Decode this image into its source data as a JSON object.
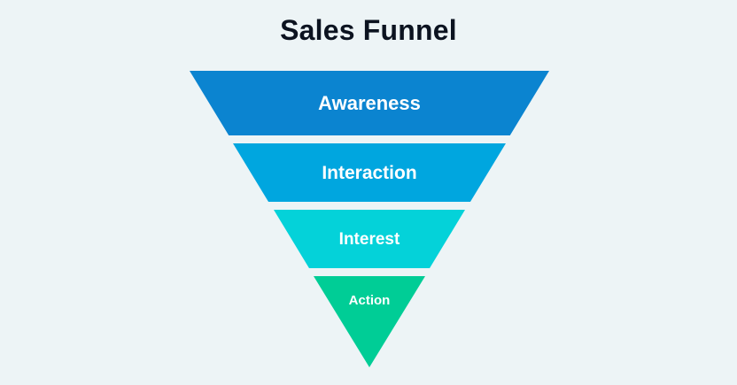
{
  "title": "Sales Funnel",
  "title_color": "#0c1320",
  "background_color": "#edf4f6",
  "label_text_color": "#ffffff",
  "funnel": {
    "stages": [
      {
        "label": "Awareness",
        "color": "#0b84d0"
      },
      {
        "label": "Interaction",
        "color": "#00a6df"
      },
      {
        "label": "Interest",
        "color": "#04d2d9"
      },
      {
        "label": "Action",
        "color": "#00cd96"
      }
    ]
  }
}
